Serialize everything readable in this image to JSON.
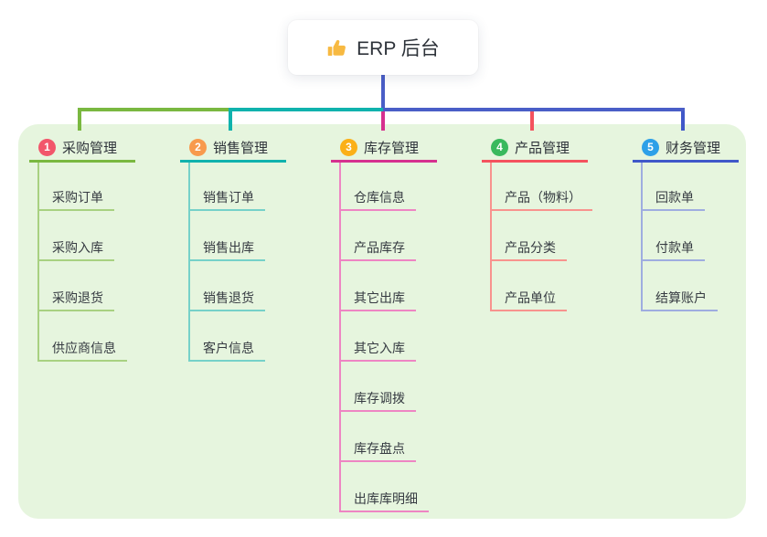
{
  "root": {
    "title": "ERP 后台",
    "icon": "thumbs-up-icon"
  },
  "colors": {
    "connector_blue": "#4a5ec7",
    "panel_bg": "#e6f5de",
    "card_bg": "#ffffff",
    "text_dark": "#2e333a",
    "thumb_yellow": "#f7b941"
  },
  "branches": [
    {
      "num": "1",
      "title": "采购管理",
      "color": "#7ab840",
      "light": "#a8d181",
      "badge": "#f2566b",
      "items": [
        "采购订单",
        "采购入库",
        "采购退货",
        "供应商信息"
      ]
    },
    {
      "num": "2",
      "title": "销售管理",
      "color": "#10b2ad",
      "light": "#76d1c9",
      "badge": "#f89a4d",
      "items": [
        "销售订单",
        "销售出库",
        "销售退货",
        "客户信息"
      ]
    },
    {
      "num": "3",
      "title": "库存管理",
      "color": "#d6308f",
      "light": "#ee85c3",
      "badge": "#fbb017",
      "items": [
        "仓库信息",
        "产品库存",
        "其它出库",
        "其它入库",
        "库存调拨",
        "库存盘点",
        "出库库明细"
      ]
    },
    {
      "num": "4",
      "title": "产品管理",
      "color": "#f4525e",
      "light": "#f8938e",
      "badge": "#39b95d",
      "items": [
        "产品（物料）",
        "产品分类",
        "产品单位"
      ]
    },
    {
      "num": "5",
      "title": "财务管理",
      "color": "#4058c9",
      "light": "#9fade0",
      "badge": "#2da0e8",
      "items": [
        "回款单",
        "付款单",
        "结算账户"
      ]
    }
  ]
}
